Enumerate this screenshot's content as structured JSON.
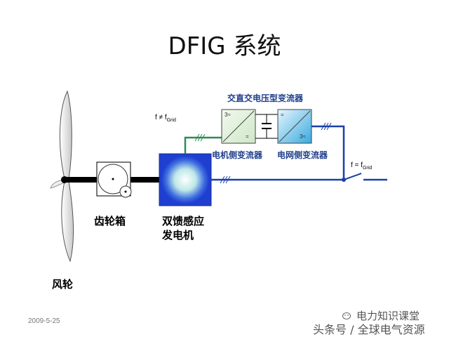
{
  "title": "DFIG 系统",
  "converter": {
    "title": "交直交电压型变流器",
    "rotor_side_label": "电机侧变流器",
    "grid_side_label": "电网侧变流器",
    "rotor_side_ac": "3≈",
    "rotor_side_dc": "=",
    "grid_side_dc": "=",
    "grid_side_ac": "3≈"
  },
  "labels": {
    "gearbox": "齿轮箱",
    "generator_line1": "双馈感应",
    "generator_line2": "发电机",
    "rotor": "风轮"
  },
  "frequency": {
    "rotor_f": "f ≠ f",
    "rotor_sub": "Grid",
    "grid_f": "f = f",
    "grid_sub": "Grid"
  },
  "footer": {
    "date": "2009-5-25",
    "watermark_line1": "电力知识课堂",
    "watermark_line2": "头条号 / 全球电气资源"
  },
  "colors": {
    "line_blue": "#1a3fa8",
    "line_green": "#2e8b57",
    "shaft": "#000000",
    "converter_rotor": "#dff0d8",
    "converter_grid": "#55b8e8",
    "generator_outer": "#1f3fd0"
  }
}
